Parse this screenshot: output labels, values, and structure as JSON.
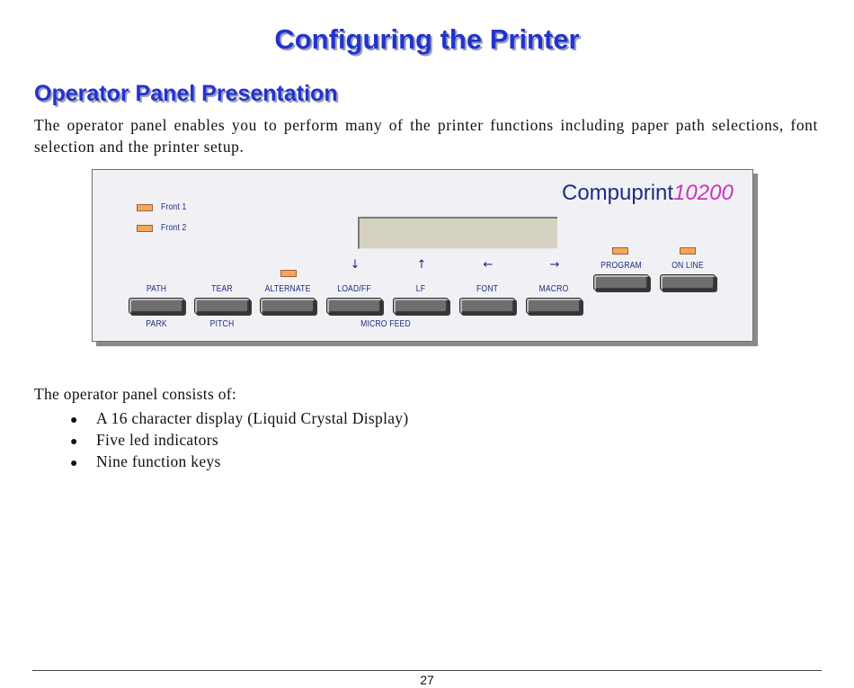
{
  "page": {
    "title": "Configuring the Printer",
    "section_title": "Operator Panel Presentation",
    "intro": "The operator panel enables you to perform many of the printer functions including paper path selections, font selection and the printer setup.",
    "consists_intro": "The operator panel consists of:",
    "bullets": [
      "A 16 character display (Liquid Crystal Display)",
      "Five led indicators",
      "Nine function keys"
    ],
    "page_number": "27"
  },
  "panel": {
    "brand_name": "Compuprint",
    "brand_model": "10200",
    "led_labels": {
      "front1": "Front 1",
      "front2": "Front 2"
    },
    "keys": {
      "path": "PATH",
      "tear": "TEAR",
      "alternate": "ALTERNATE",
      "load_ff": "LOAD/FF",
      "lf": "LF",
      "font": "FONT",
      "macro": "MACRO",
      "program": "PROGRAM",
      "on_line": "ON LINE"
    },
    "secondary_labels": {
      "park": "PARK",
      "pitch": "PITCH",
      "micro_feed": "MICRO FEED"
    },
    "arrows": {
      "load_ff": "↓",
      "lf": "↑",
      "font": "←",
      "macro": "→"
    },
    "colors": {
      "led": "#f2a85a",
      "label": "#1f2d80",
      "brand_model": "#cc33bb",
      "heading": "#2233cc"
    }
  }
}
